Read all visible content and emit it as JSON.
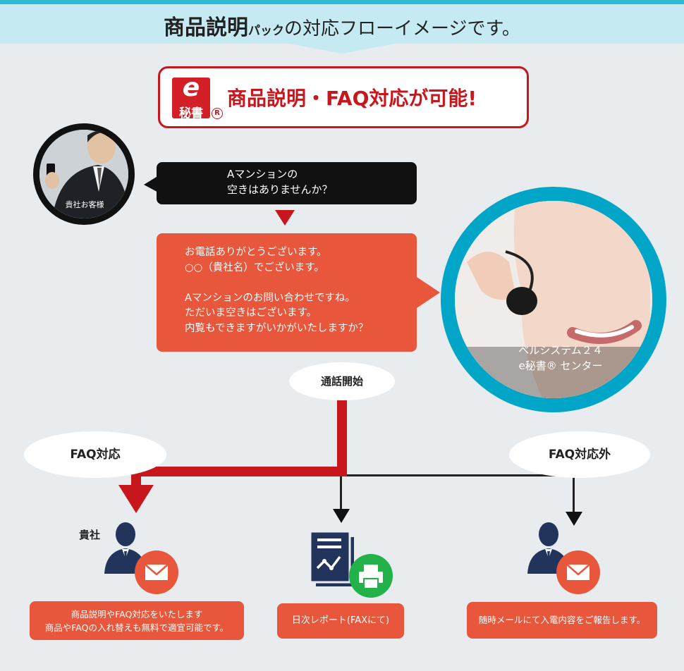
{
  "header": {
    "title_strong": "商品説明",
    "title_small": "パック",
    "title_rest": "の対応フローイメージです。"
  },
  "banner": {
    "logo_letter": "e",
    "logo_text": "秘書",
    "registered": "R",
    "text": "商品説明・FAQ対応が可能!"
  },
  "customer": {
    "label": "貴社お客様",
    "question_line1": "Aマンションの",
    "question_line2": "空きはありませんか？"
  },
  "operator": {
    "response": "お電話ありがとうございます。\n○○（貴社名）でございます。\n\nAマンションのお問い合わせですね。\nただいま空きはございます。\n内覧もできますがいかがいたしますか？",
    "center_line1": "ベルシステム２４",
    "center_line2": "e秘書® センター"
  },
  "flow": {
    "call_start": "通話開始",
    "faq_handled": "FAQ対応",
    "faq_not_handled": "FAQ対応外",
    "company_label": "貴社"
  },
  "outcomes": {
    "left_line1": "商品説明やFAQ対応をいたします",
    "left_line2": "商品やFAQの入れ替えも無料で適宜可能です。",
    "middle": "日次レポート(FAXにて)",
    "right": "随時メールにて入電内容をご報告します。"
  },
  "colors": {
    "accent_red": "#c8161d",
    "bubble_orange": "#e8573c",
    "navy": "#23345c",
    "teal_ring": "#00a5c8",
    "green": "#23b24a"
  },
  "icons": [
    "customer-photo",
    "operator-photo",
    "person-icon",
    "mail-icon",
    "report-icon",
    "printer-icon"
  ]
}
